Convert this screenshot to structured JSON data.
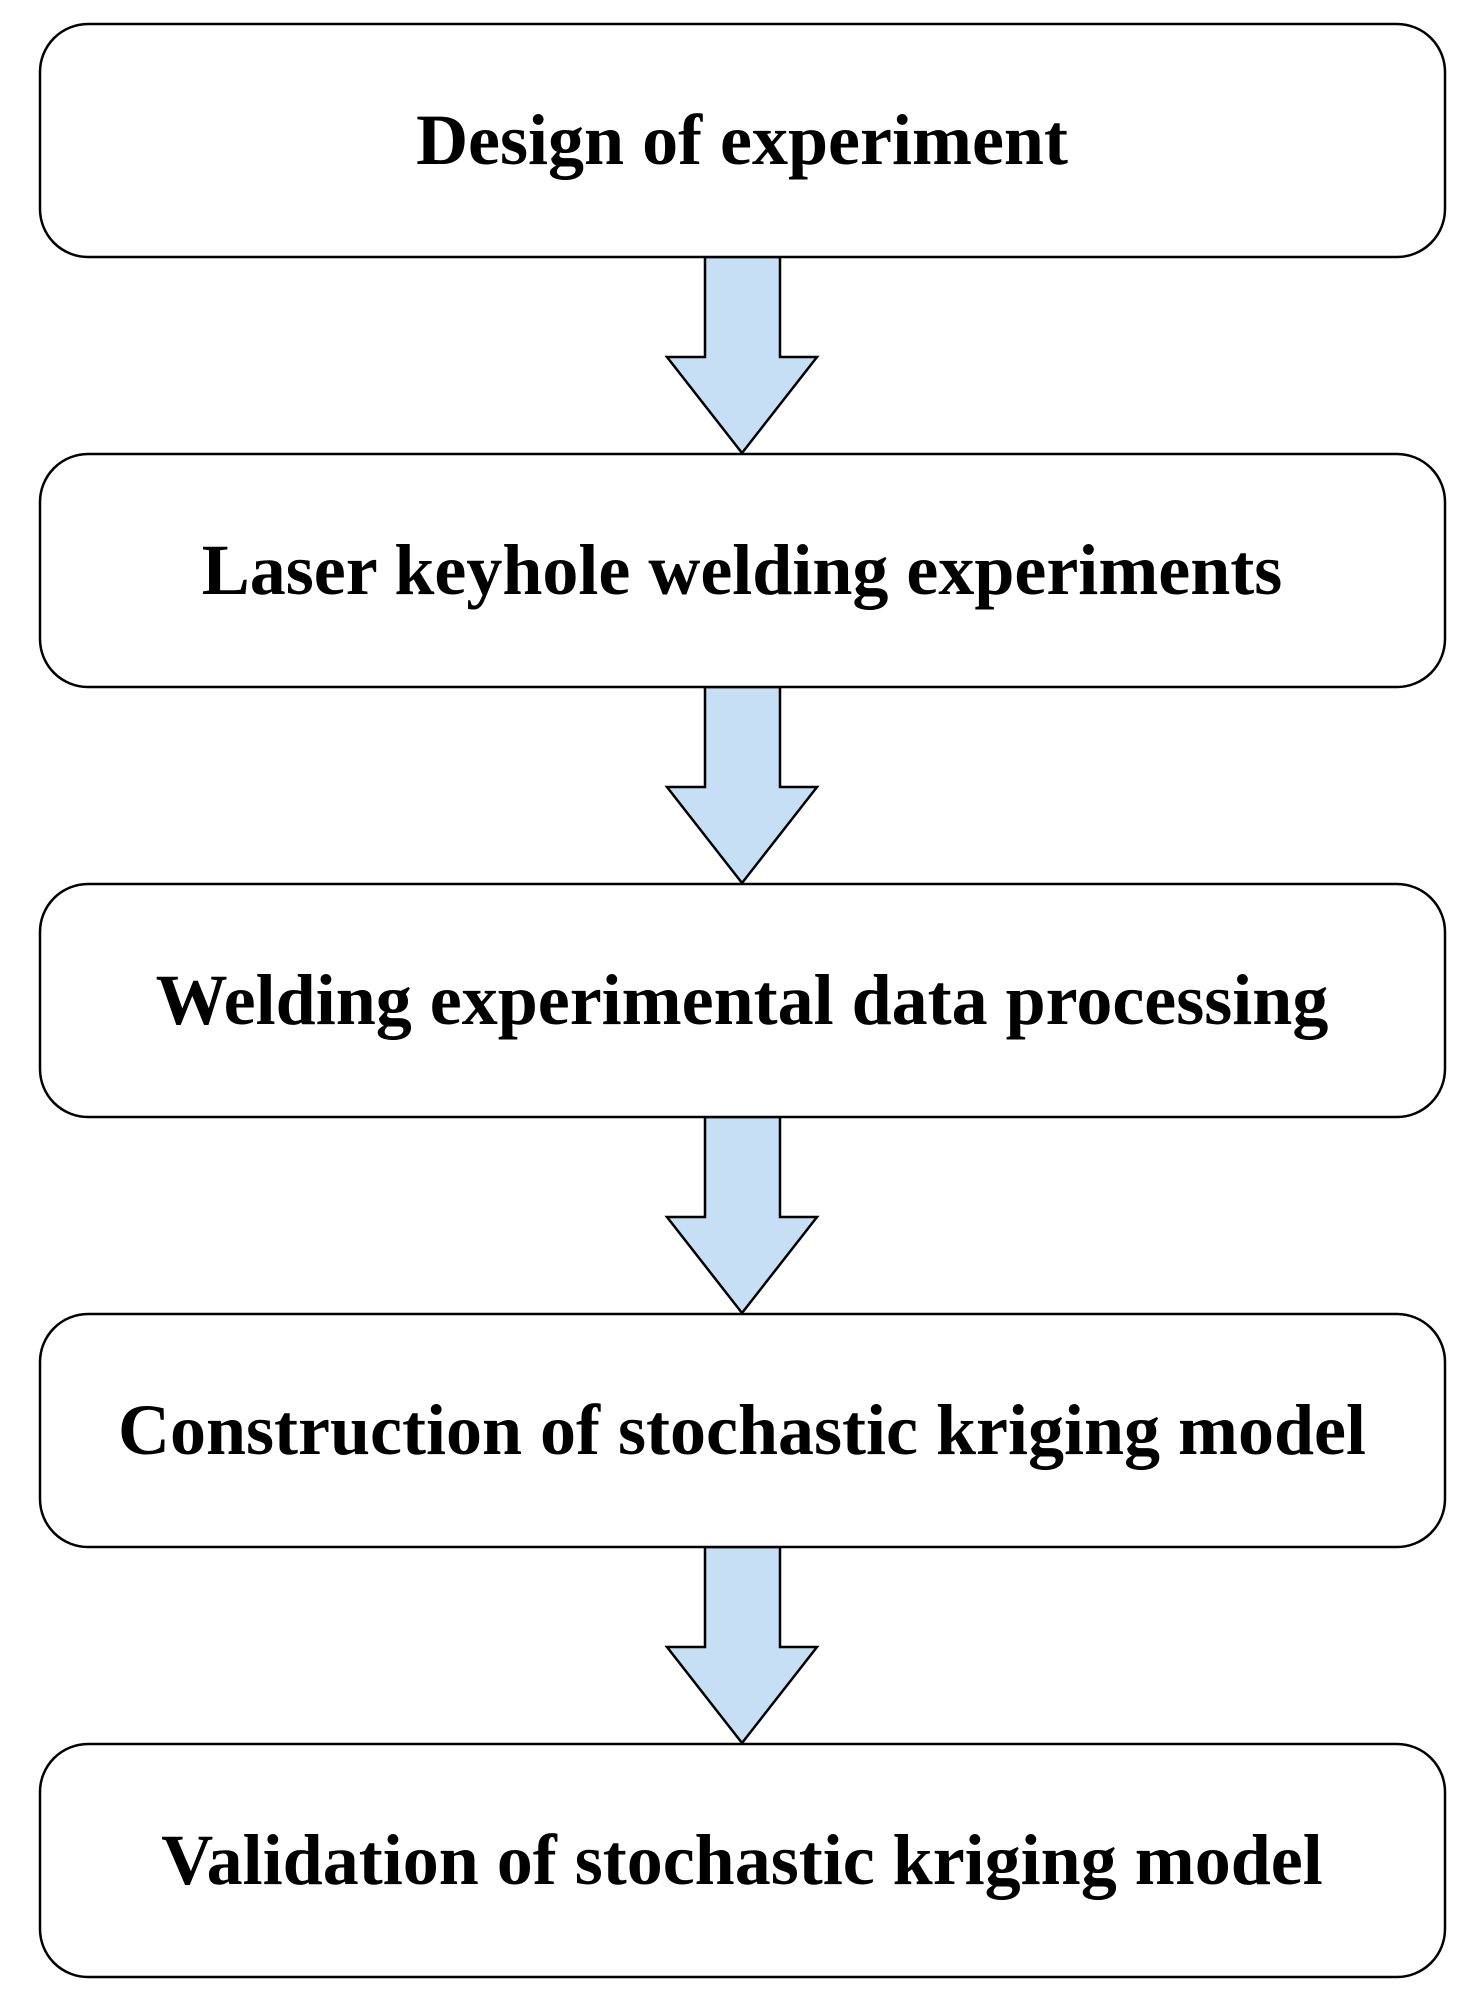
{
  "diagram": {
    "type": "flowchart",
    "direction": "top-to-bottom",
    "colors": {
      "box_fill": "#ffffff",
      "box_stroke": "#000000",
      "arrow_fill": "#c6dff4",
      "arrow_stroke": "#000000",
      "text": "#000000"
    },
    "steps": [
      {
        "label": "Design of experiment"
      },
      {
        "label": "Laser keyhole welding experiments"
      },
      {
        "label": "Welding experimental data processing"
      },
      {
        "label": "Construction of stochastic kriging model"
      },
      {
        "label": "Validation of stochastic kriging model"
      }
    ]
  }
}
